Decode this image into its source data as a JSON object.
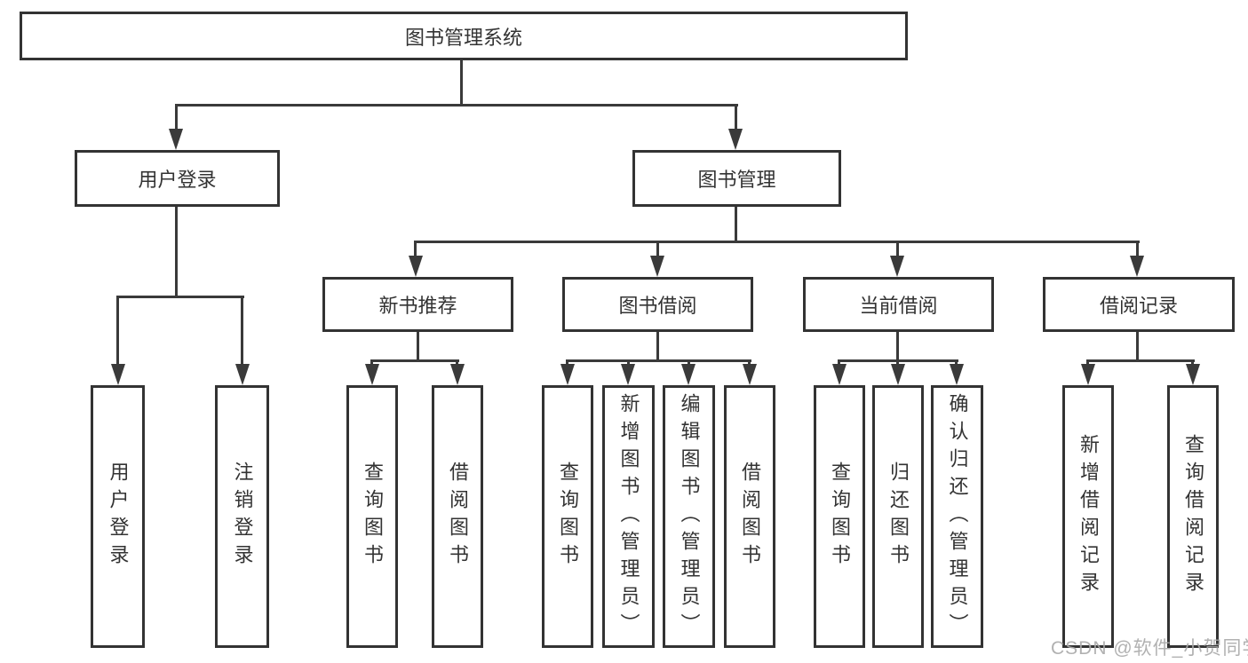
{
  "diagram": {
    "title_node": "图书管理系统",
    "branches": [
      {
        "label": "用户登录",
        "children": [
          {
            "label": "用户登录"
          },
          {
            "label": "注销登录"
          }
        ]
      },
      {
        "label": "图书管理",
        "children": [
          {
            "label": "新书推荐",
            "children": [
              {
                "label": "查询图书"
              },
              {
                "label": "借阅图书"
              }
            ]
          },
          {
            "label": "图书借阅",
            "children": [
              {
                "label": "查询图书"
              },
              {
                "label": "新增图书（管理员）"
              },
              {
                "label": "编辑图书（管理员）"
              },
              {
                "label": "借阅图书"
              }
            ]
          },
          {
            "label": "当前借阅",
            "children": [
              {
                "label": "查询图书"
              },
              {
                "label": "归还图书"
              },
              {
                "label": "确认归还（管理员）"
              }
            ]
          },
          {
            "label": "借阅记录",
            "children": [
              {
                "label": "新增借阅记录"
              },
              {
                "label": "查询借阅记录"
              }
            ]
          }
        ]
      }
    ]
  },
  "watermark": "CSDN @软件_小贺同学",
  "colors": {
    "background": "#ffffff",
    "line": "#3a3a3a",
    "box_border": "#333333",
    "node_text": "#333333",
    "watermark": "#a9a9a9"
  }
}
